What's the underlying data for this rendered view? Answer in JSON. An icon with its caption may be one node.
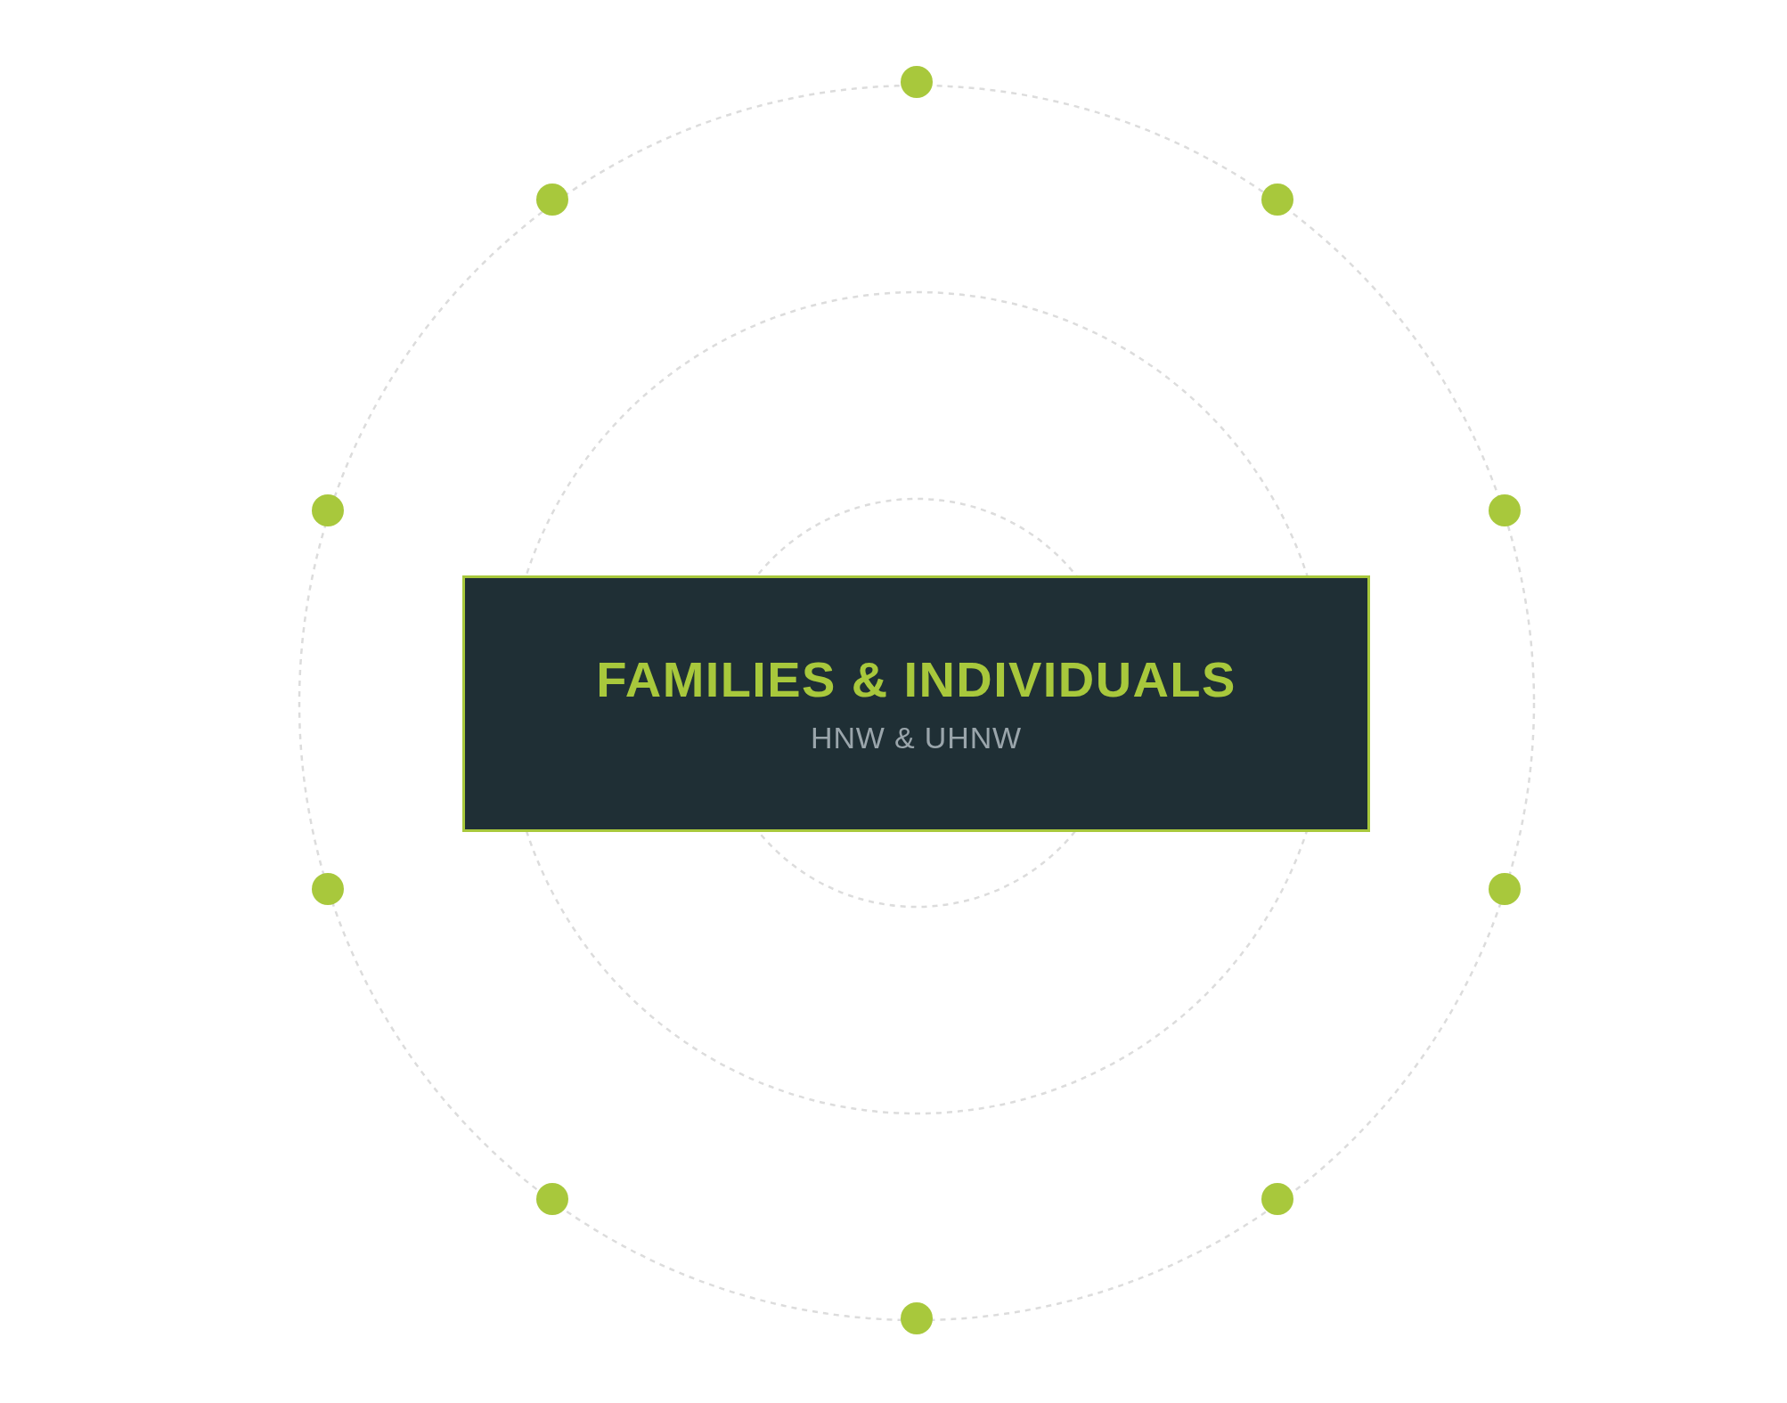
{
  "diagram": {
    "nodes": [
      {
        "text": [
          "FAMILIES & INDIVIDUALS",
          "HNW & UHNW"
        ]
      },
      {
        "text": [],
        "shape": "circle"
      },
      {
        "text": [],
        "shape": "circle"
      },
      {
        "text": [],
        "shape": "circle"
      },
      {
        "text": [],
        "shape": "circle"
      },
      {
        "text": [],
        "shape": "circle"
      },
      {
        "text": [],
        "shape": "circle"
      },
      {
        "text": [],
        "shape": "circle"
      },
      {
        "text": [],
        "shape": "circle"
      },
      {
        "text": [],
        "shape": "circle"
      },
      {
        "text": [],
        "shape": "circle"
      }
    ]
  }
}
